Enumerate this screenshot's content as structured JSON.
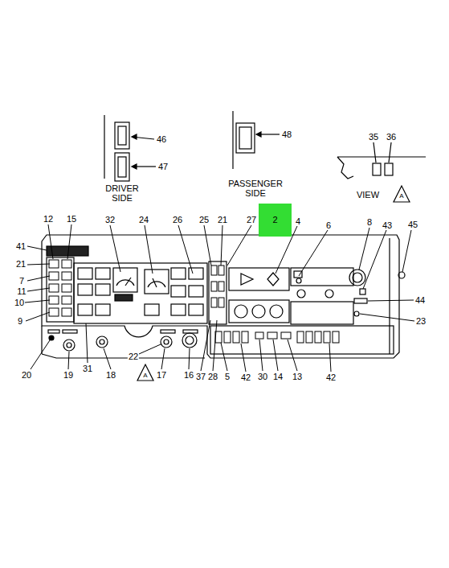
{
  "diagram": {
    "nodes": [
      {
        "text": [
          "2"
        ]
      }
    ],
    "labels": [
      "46",
      "47",
      "48",
      "35",
      "36",
      "DRIVER SIDE",
      "PASSENGER SIDE",
      "VIEW",
      "A",
      "12",
      "15",
      "32",
      "24",
      "26",
      "25",
      "21",
      "27",
      "4",
      "6",
      "8",
      "43",
      "45",
      "41",
      "21",
      "7",
      "11",
      "10",
      "9",
      "44",
      "23",
      "20",
      "19",
      "31",
      "18",
      "22",
      "A",
      "17",
      "16",
      "37",
      "28",
      "5",
      "42",
      "30",
      "14",
      "13",
      "42"
    ]
  }
}
